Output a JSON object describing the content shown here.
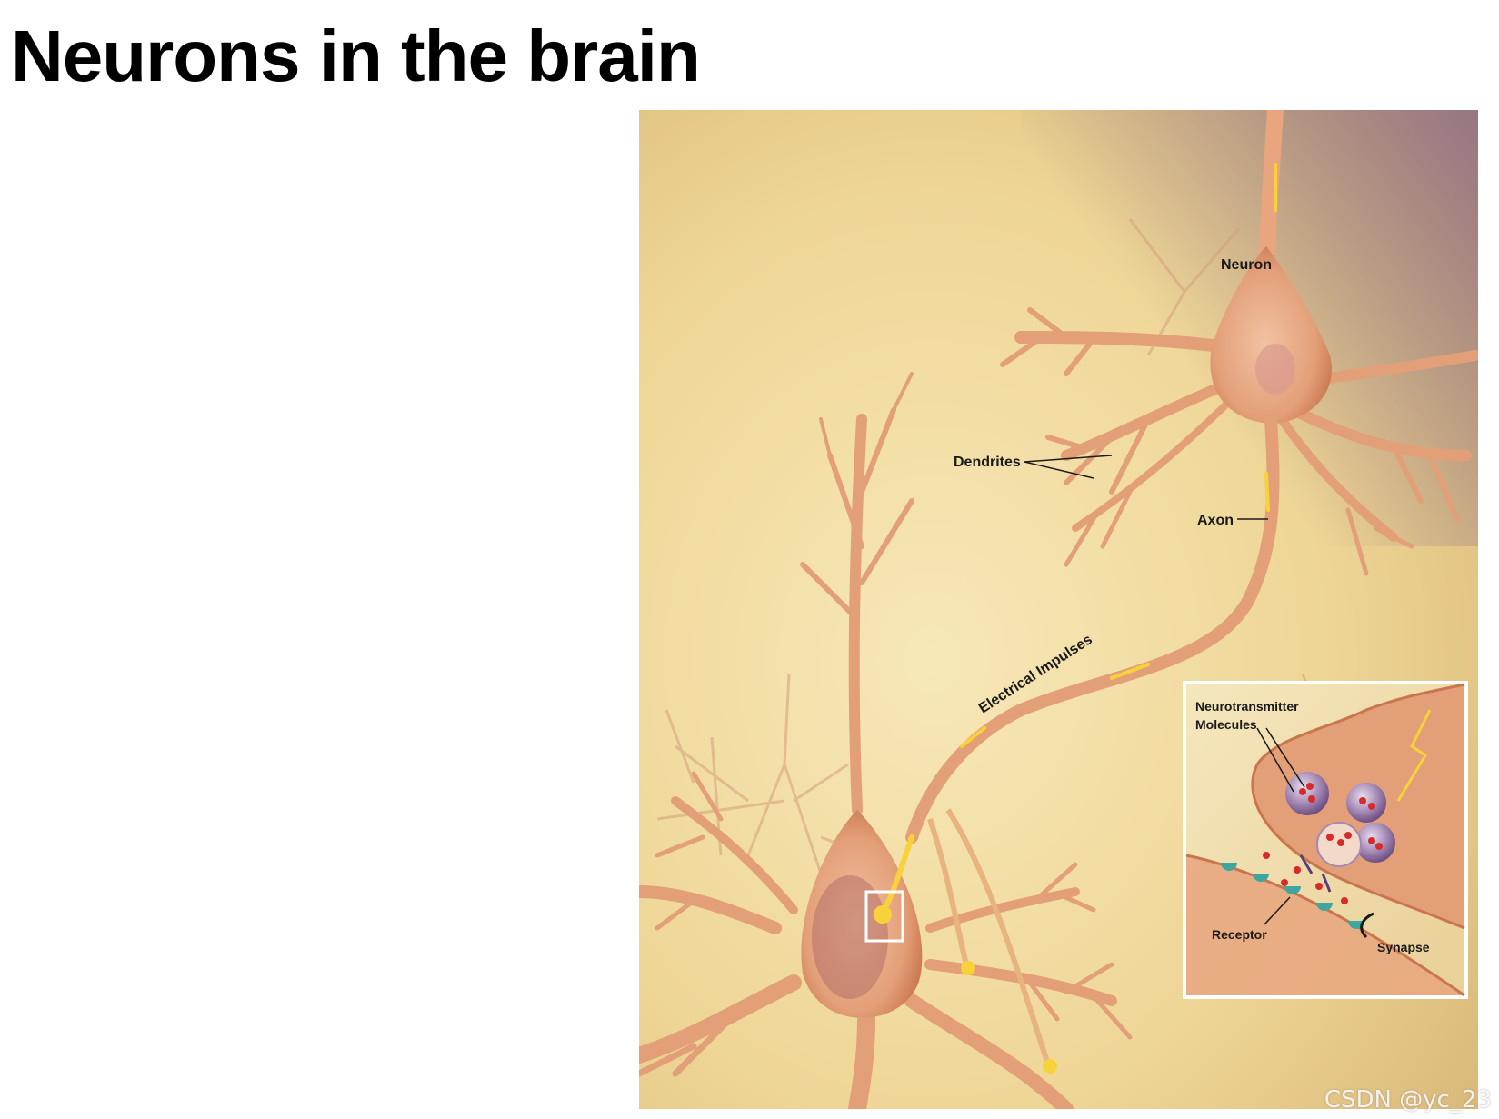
{
  "slide": {
    "title": "Neurons in the brain"
  },
  "diagram": {
    "labels": {
      "neuron": "Neuron",
      "dendrites": "Dendrites",
      "axon": "Axon",
      "electrical_impulses": "Electrical Impulses",
      "neurotransmitter_line1": "Neurotransmitter",
      "neurotransmitter_line2": "Molecules",
      "receptor": "Receptor",
      "synapse": "Synapse"
    },
    "colors": {
      "background": "#f2dfa6",
      "neuron": "#e8a57e",
      "neuron_edge": "#c9764f",
      "impulse": "#f7d23a",
      "molecule": "#d62b2b",
      "vesicle": "#8c6a9e"
    }
  },
  "watermark": {
    "text": "CSDN @yc_23"
  }
}
